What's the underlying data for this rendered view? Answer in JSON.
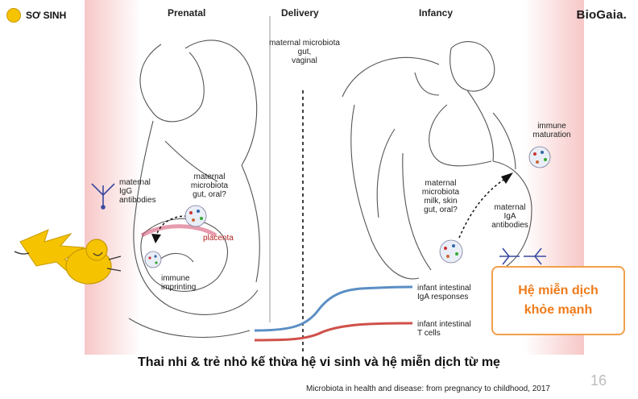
{
  "header": {
    "badge_label": "SƠ SINH",
    "brand_logo": "BioGaia."
  },
  "sections": {
    "prenatal": "Prenatal",
    "delivery": "Delivery",
    "infancy": "Infancy"
  },
  "annotations": {
    "delivery_microbiota": "maternal microbiota\ngut,\nvaginal",
    "igg_antibodies": "maternal\nIgG\nantibodies",
    "prenatal_microbiota": "maternal\nmicrobiota\ngut, oral?",
    "placenta": "placenta",
    "immune_imprinting": "immune\nimprinting",
    "immune_maturation": "immune\nmaturation",
    "infancy_microbiota": "maternal\nmicrobiota\nmilk, skin\ngut, oral?",
    "iga_antibodies": "maternal\nIgA\nantibodies",
    "iga_responses": "infant intestinal\nIgA responses",
    "t_cells": "infant intestinal\nT cells"
  },
  "callout": {
    "text": "Hệ miễn dịch\nkhỏe mạnh",
    "border_color": "#f0a04b",
    "text_color": "#f07b1a"
  },
  "caption": "Thai nhi & trẻ nhỏ kế thừa hệ vi sinh và hệ miễn dịch từ mẹ",
  "source": "Microbiota in health and disease: from pregnancy to childhood, 2017",
  "page_number": "16",
  "colors": {
    "band": "#f7c7c7",
    "iga_curve": "#5b8ec4",
    "tcell_curve": "#d0504a",
    "placenta": "#b22222",
    "antibody": "#3a4aa0",
    "mascot": "#f6c300"
  },
  "icons": [
    "sun-dot-icon",
    "antibody-icon",
    "mascot-icon",
    "microbe-cluster-icon"
  ]
}
